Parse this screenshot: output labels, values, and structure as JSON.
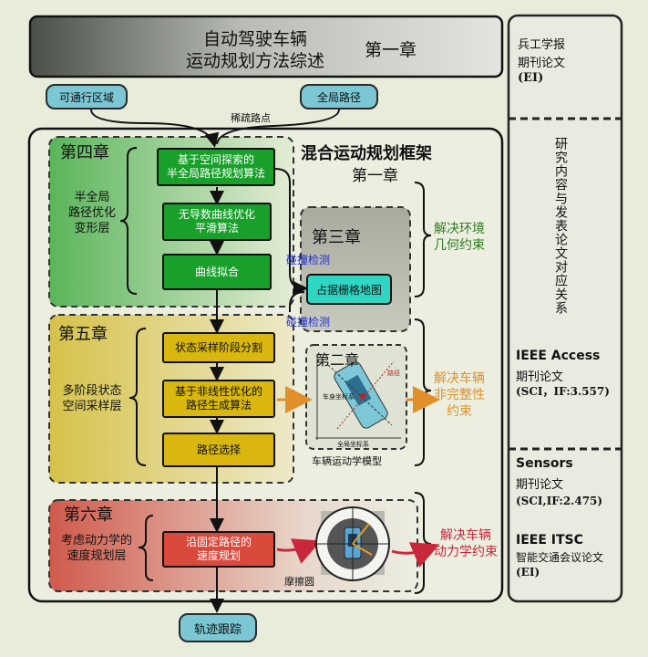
{
  "header": {
    "title_line1": "自动驾驶车辆",
    "title_line2": "运动规划方法综述",
    "chapter": "第一章"
  },
  "inputs": {
    "passable_area": "可通行区域",
    "global_path": "全局路径",
    "sparse_points": "稀疏路点"
  },
  "framework": {
    "title": "混合运动规划框架",
    "chapter": "第一章"
  },
  "chapter4": {
    "heading": "第四章",
    "side_label": "半全局\n路径优化\n变形层",
    "box1": "基于空间探索的\n半全局路径规划算法",
    "box2": "无导数曲线优化\n平滑算法",
    "box3": "曲线拟合"
  },
  "chapter3": {
    "heading": "第三章",
    "grid_map": "占据栅格地图",
    "collision1": "碰撞检测",
    "collision2": "碰撞检测",
    "right_label": "解决环境\n几何约束"
  },
  "chapter5": {
    "heading": "第五章",
    "side_label": "多阶段状态\n空间采样层",
    "box1": "状态采样阶段分割",
    "box2": "基于非线性优化的\n路径生成算法",
    "box3": "路径选择"
  },
  "chapter2": {
    "heading": "第二章",
    "caption": "车辆运动学模型",
    "right_label": "解决车辆\n非完整性\n约束",
    "fig_text_path": "路径",
    "fig_text_body": "车身坐标系",
    "fig_text_global": "全局坐标系"
  },
  "chapter6": {
    "heading": "第六章",
    "side_label": "考虑动力学的\n速度规划层",
    "box1": "沿固定路径的\n速度规划",
    "caption": "摩擦圆",
    "right_label": "解决车辆\n动力学约束"
  },
  "output": {
    "tracking": "轨迹跟踪"
  },
  "sidebar": {
    "s1_line1": "兵工学报",
    "s1_line2": "期刊论文",
    "s1_line3": "(EI)",
    "s2_vertical": "研究内容与发表论文对应关系",
    "s3_title": "IEEE Access",
    "s3_line1": "期刊论文",
    "s3_line2": "(SCI，IF:3.557)",
    "s4_title": "Sensors",
    "s4_line1": "期刊论文",
    "s4_line2": "(SCI,IF:2.475)",
    "s5_title": "IEEE ITSC",
    "s5_line1": "智能交通会议论文",
    "s5_line2": "(EI)"
  },
  "colors": {
    "green": "#18a02a",
    "yellow": "#d9b70e",
    "red": "#d94a3d",
    "cyan": "#7bc7d4",
    "teal": "#2fd6c4",
    "blue_text": "#2030d0",
    "orange": "#e0902a",
    "crimson": "#c8283a",
    "dark_green_text": "#2e7d1e"
  }
}
